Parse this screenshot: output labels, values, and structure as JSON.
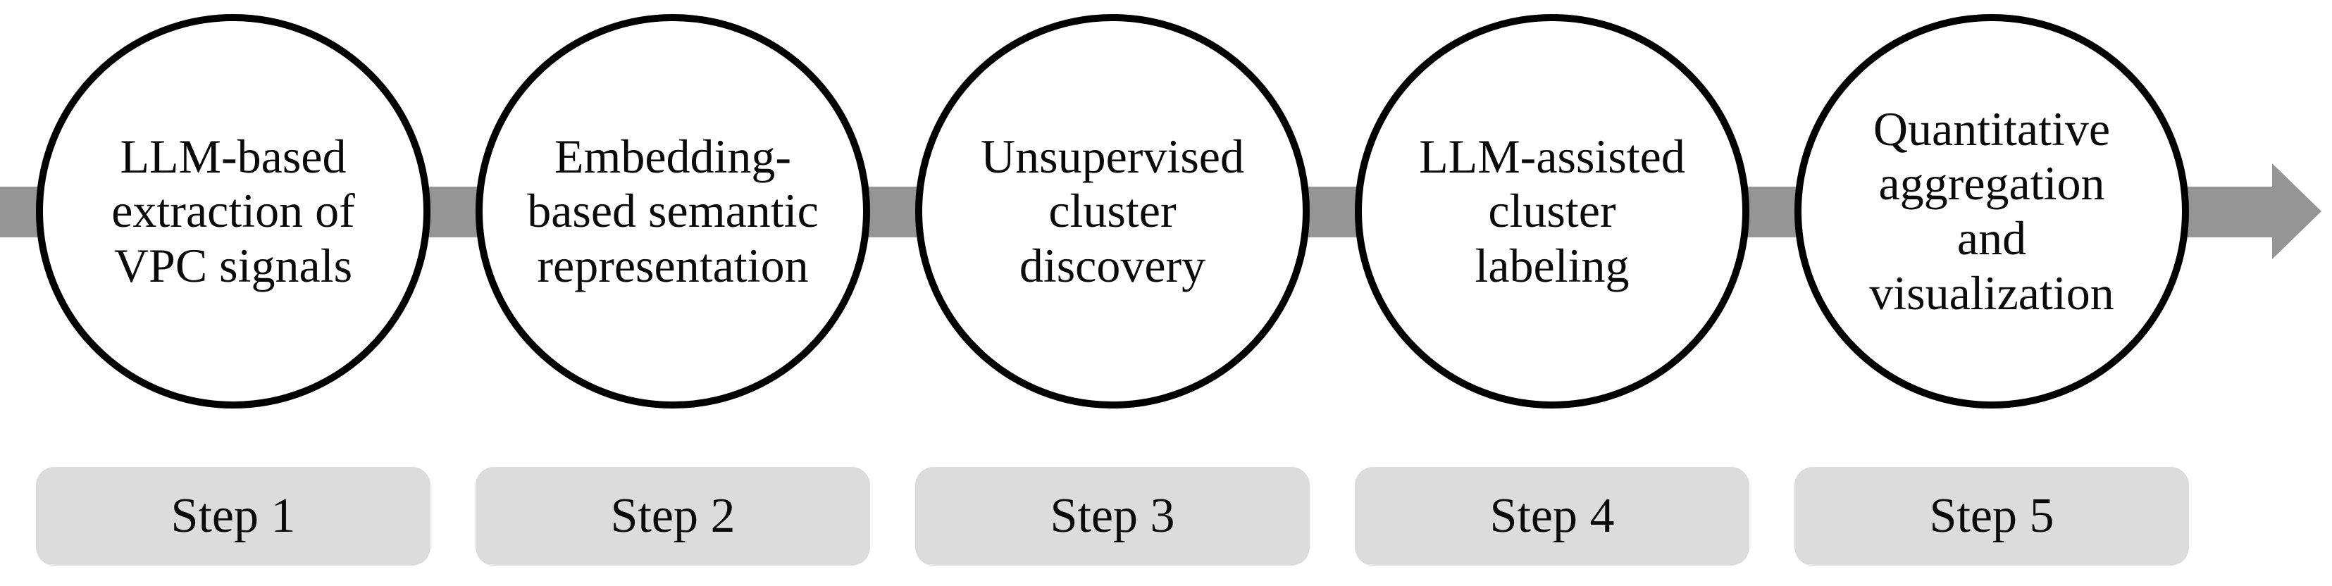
{
  "diagram": {
    "type": "horizontal-process-flow",
    "step_count": 5,
    "arrow_direction": "right"
  },
  "colors": {
    "background": "#ffffff",
    "arrow_gray": "#959595",
    "circle_border": "#000000",
    "circle_fill": "#ffffff",
    "step_badge_bg": "#dcdcdc",
    "text": "#0a0a0a"
  },
  "steps": [
    {
      "title": "LLM-based\nextraction of\nVPC signals",
      "label": "Step 1"
    },
    {
      "title": "Embedding-\nbased semantic\nrepresentation",
      "label": "Step 2"
    },
    {
      "title": "Unsupervised\ncluster\ndiscovery",
      "label": "Step 3"
    },
    {
      "title": "LLM-assisted\ncluster\nlabeling",
      "label": "Step 4"
    },
    {
      "title": "Quantitative\naggregation\nand\nvisualization",
      "label": "Step 5"
    }
  ]
}
